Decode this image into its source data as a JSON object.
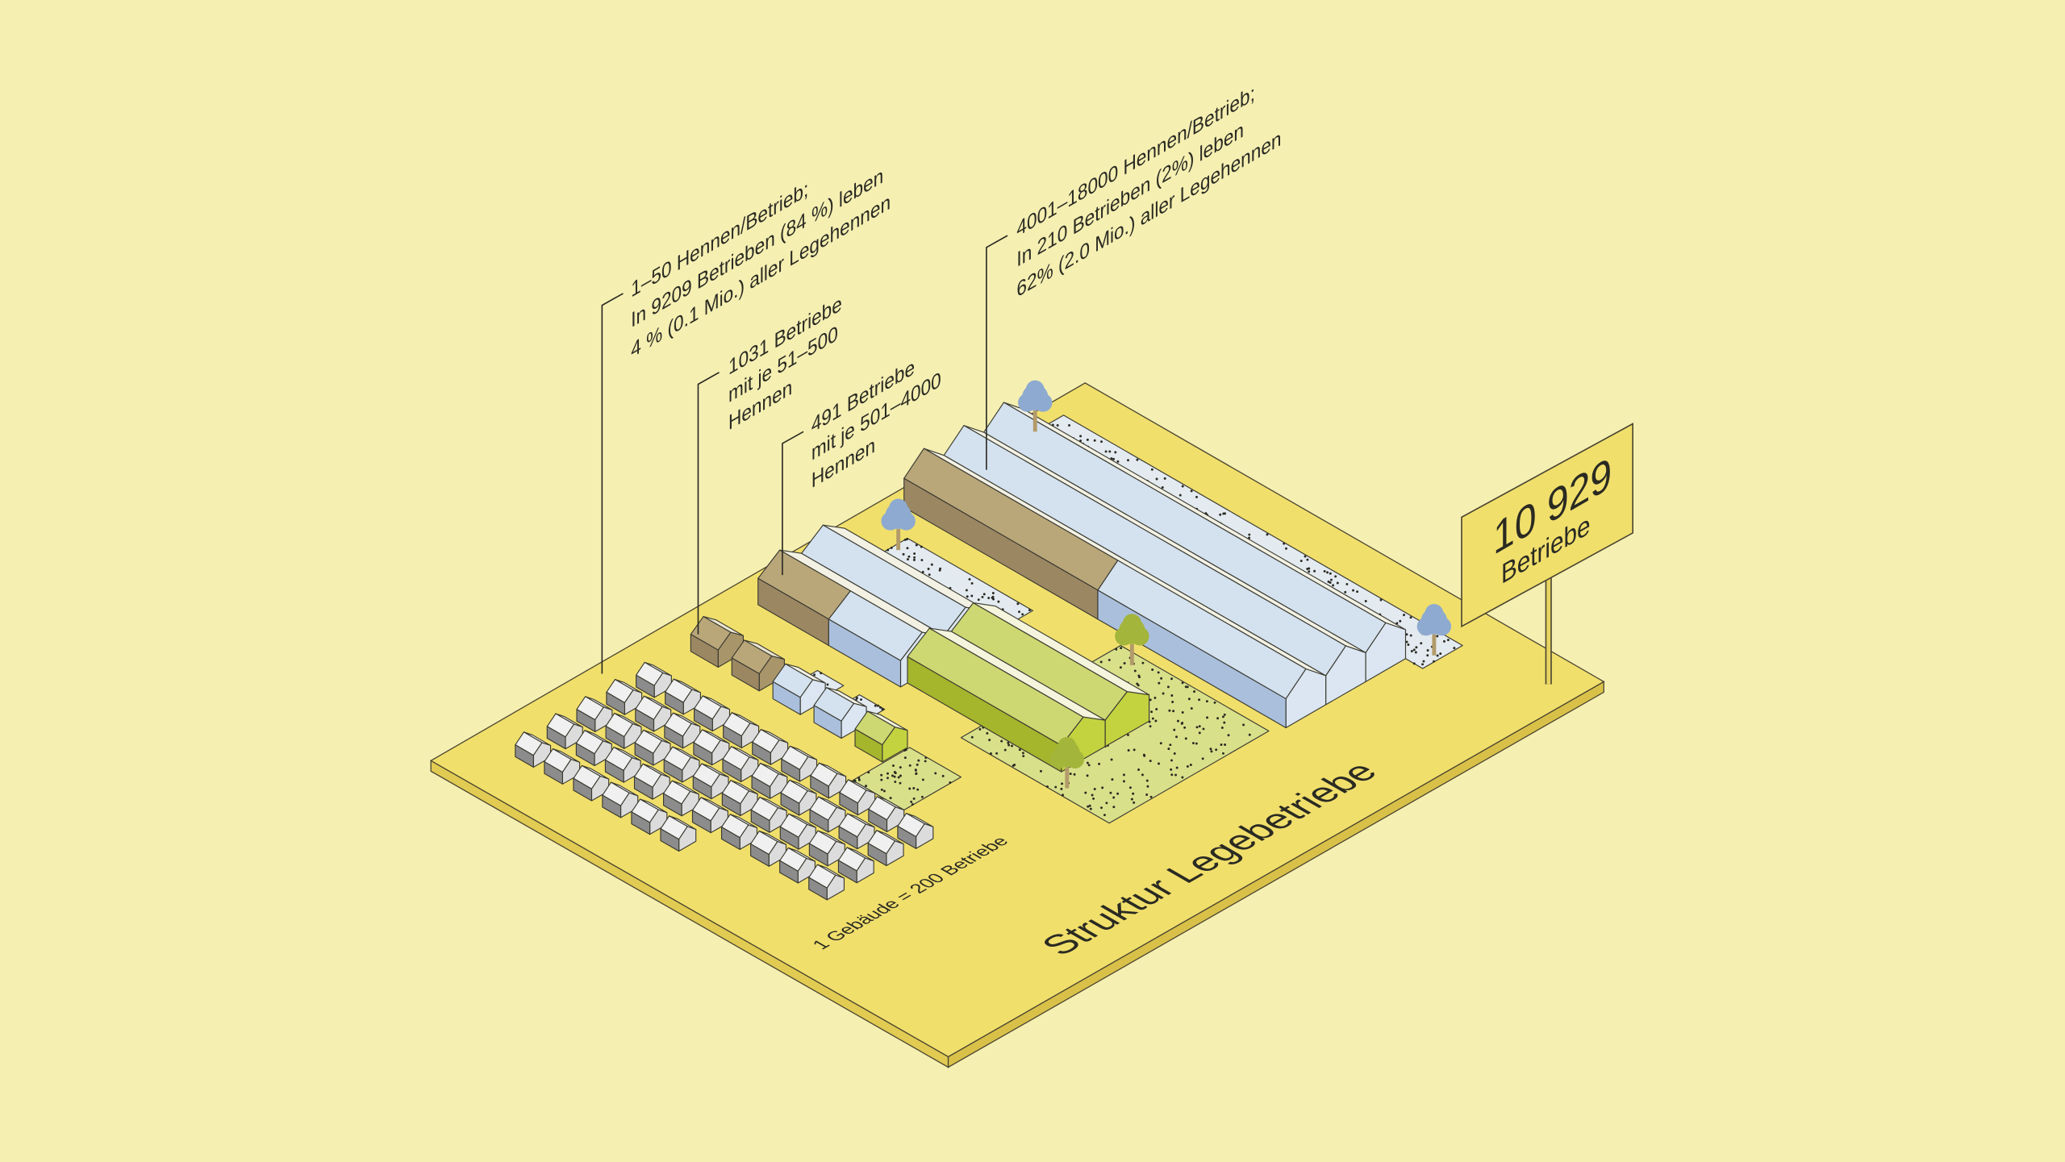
{
  "title": "Struktur Legebetriebe",
  "scale_note": "1 Gebäude = 200 Betriebe",
  "total": {
    "value": "10 929",
    "label": "Betriebe"
  },
  "annotations": [
    {
      "lines": [
        "1–50 Hennen/Betrieb;",
        "In 9209 Betrieben (84 %) leben",
        "4 % (0.1 Mio.) aller Legehennen"
      ]
    },
    {
      "lines": [
        "1031 Betriebe",
        "mit je 51–500",
        "Hennen"
      ]
    },
    {
      "lines": [
        "491 Betriebe",
        "mit je 501–4000",
        "Hennen"
      ]
    },
    {
      "lines": [
        "4001–18000 Hennen/Betrieb;",
        "In 210 Betrieben (2%) leben",
        "62% (2.0 Mio.) aller Legehennen"
      ]
    }
  ],
  "colors": {
    "background": "#f5efb2",
    "platform": "#f1df6c",
    "blue": "#d4e1ef",
    "brown": "#b9a77a",
    "green": "#cdd872",
    "gray": "#eeeeee"
  }
}
